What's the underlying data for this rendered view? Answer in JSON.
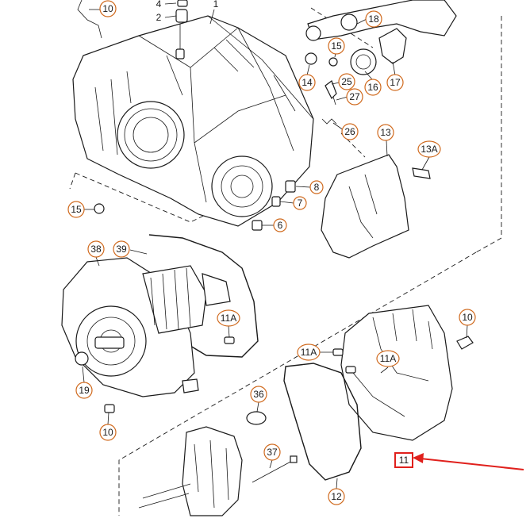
{
  "diagram": {
    "callouts": [
      {
        "id": "c-10-top",
        "label": "10"
      },
      {
        "id": "c-4",
        "label": "4"
      },
      {
        "id": "c-2",
        "label": "2"
      },
      {
        "id": "c-1",
        "label": "1"
      },
      {
        "id": "c-18",
        "label": "18"
      },
      {
        "id": "c-15-top",
        "label": "15"
      },
      {
        "id": "c-14",
        "label": "14"
      },
      {
        "id": "c-25",
        "label": "25"
      },
      {
        "id": "c-16",
        "label": "16"
      },
      {
        "id": "c-17",
        "label": "17"
      },
      {
        "id": "c-27",
        "label": "27"
      },
      {
        "id": "c-26",
        "label": "26"
      },
      {
        "id": "c-13",
        "label": "13"
      },
      {
        "id": "c-13a",
        "label": "13A"
      },
      {
        "id": "c-8",
        "label": "8"
      },
      {
        "id": "c-7",
        "label": "7"
      },
      {
        "id": "c-6",
        "label": "6"
      },
      {
        "id": "c-15-left",
        "label": "15"
      },
      {
        "id": "c-38",
        "label": "38"
      },
      {
        "id": "c-39",
        "label": "39"
      },
      {
        "id": "c-11a-a",
        "label": "11A"
      },
      {
        "id": "c-10-right",
        "label": "10"
      },
      {
        "id": "c-11a-b",
        "label": "11A"
      },
      {
        "id": "c-11a-c",
        "label": "11A"
      },
      {
        "id": "c-19",
        "label": "19"
      },
      {
        "id": "c-36",
        "label": "36"
      },
      {
        "id": "c-10-bottom",
        "label": "10"
      },
      {
        "id": "c-37",
        "label": "37"
      },
      {
        "id": "c-12",
        "label": "12"
      }
    ],
    "highlight": {
      "label": "11",
      "box_color": "#e0201c",
      "arrow_color": "#e0201c"
    },
    "callout_color": "#d06a1e"
  }
}
